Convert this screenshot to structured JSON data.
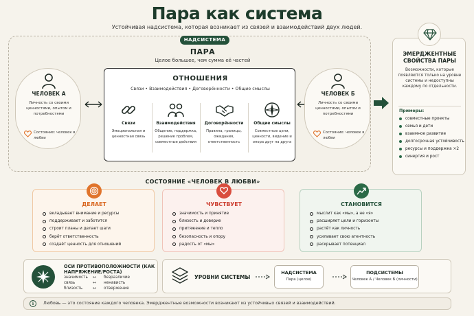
{
  "header": {
    "title": "Пара как система",
    "subtitle": "Устойчивая надсистема, которая возникает из связей и взаимодействий двух людей."
  },
  "supersystem": {
    "badge": "НАДСИСТЕМА",
    "title": "ПАРА",
    "subtitle": "Целое большее, чем сумма её частей"
  },
  "person_a": {
    "name": "ЧЕЛОВЕК А",
    "desc": "Личность со своими ценностями, опытом и потребностями",
    "state": "Состояние: человек в любви"
  },
  "person_b": {
    "name": "ЧЕЛОВЕК Б",
    "desc": "Личность со своими ценностями, опытом и потребностями",
    "state": "Состояние: человек в любви"
  },
  "relations": {
    "title": "ОТНОШЕНИЯ",
    "items_line": "Связи  •  Взаимодействия  •  Договорённости  •  Общие смыслы",
    "columns": [
      {
        "name": "Связи",
        "desc": "Эмоциональная и ценностная связь"
      },
      {
        "name": "Взаимодействия",
        "desc": "Общение, поддержка, решение проблем, совместные действия"
      },
      {
        "name": "Договорённости",
        "desc": "Правила, границы, ожидания, ответственность"
      },
      {
        "name": "Общие смыслы",
        "desc": "Совместные цели, ценности, видение и опора друг на друга"
      }
    ]
  },
  "emergent": {
    "title": "ЭМЕРДЖЕНТНЫЕ СВОЙСТВА ПАРЫ",
    "desc": "Возможности, которые появляются только на уровне системы и недоступны каждому по отдельности.",
    "examples_label": "Примеры:",
    "examples": [
      "совместные проекты",
      "семья и дети",
      "взаимное развитие",
      "долгосрочная устойчивость",
      "ресурсы и поддержка ×2",
      "синергия и рост"
    ]
  },
  "state": {
    "heading": "СОСТОЯНИЕ «ЧЕЛОВЕК В ЛЮБВИ»",
    "does": {
      "title": "ДЕЛАЕТ",
      "items": [
        "вкладывает внимание и ресурсы",
        "поддерживает и заботится",
        "строит планы и делает шаги",
        "берёт ответственность",
        "создаёт ценность для отношений"
      ]
    },
    "feels": {
      "title": "ЧУВСТВУЕТ",
      "items": [
        "значимость и принятие",
        "близость и доверие",
        "притяжение и тепло",
        "безопасность и опору",
        "радость от «мы»"
      ]
    },
    "becomes": {
      "title": "СТАНОВИТСЯ",
      "items": [
        "мыслит как «мы», а не «я»",
        "расширяет цели и горизонты",
        "растёт как личность",
        "усиливает свою агентность",
        "раскрывает потенциал"
      ]
    }
  },
  "opposites": {
    "title": "ОСИ ПРОТИВОПОЛОЖНОСТИ (КАК НАПРЯЖЕНИЕ/РОСТА)",
    "rows": [
      {
        "left": "значимость",
        "right": "безразличие"
      },
      {
        "left": "связь",
        "right": "ненависть"
      },
      {
        "left": "близость",
        "right": "отвержение"
      }
    ],
    "arrow": "↔"
  },
  "levels": {
    "title": "УРОВНИ СИСТЕМЫ",
    "super": {
      "title": "НАДСИСТЕМА",
      "sub": "Пара (целое)"
    },
    "sub": {
      "title": "ПОДСИСТЕМЫ",
      "sub": "Человек А / Человек Б (личности)"
    }
  },
  "footer": {
    "icon": "i",
    "text": "Любовь — это состояние каждого человека. Эмерджентные возможности возникают из устойчивых связей и взаимодействий."
  },
  "colors": {
    "primary": "#24513a",
    "does": "#e0742c",
    "feels": "#d94d3e",
    "becomes": "#2b6a47"
  }
}
